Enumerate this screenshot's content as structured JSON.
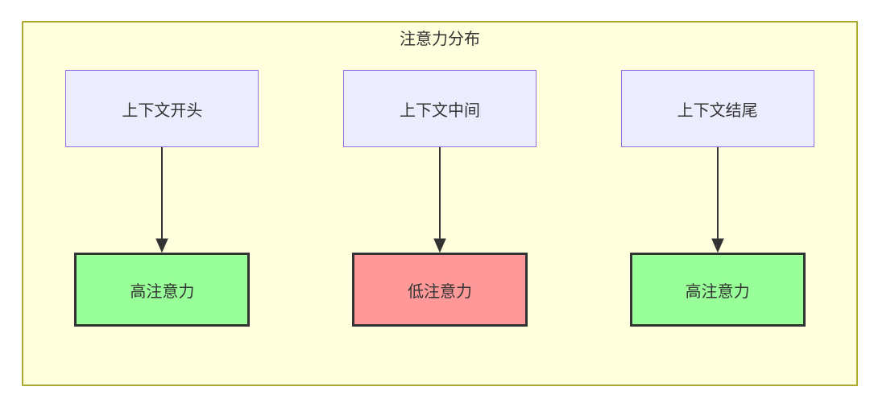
{
  "diagram": {
    "title": "注意力分布",
    "columns": [
      {
        "source": "上下文开头",
        "target": "高注意力",
        "level": "high"
      },
      {
        "source": "上下文中间",
        "target": "低注意力",
        "level": "low"
      },
      {
        "source": "上下文结尾",
        "target": "高注意力",
        "level": "high"
      }
    ],
    "icons": {
      "connector": "arrow-down"
    },
    "colors": {
      "container_fill": "#ffffde",
      "container_border": "#aaaa33",
      "source_fill": "#ececff",
      "source_border": "#9370db",
      "high_fill": "#99ff99",
      "low_fill": "#ff9999",
      "result_border": "#333333",
      "arrow": "#333333",
      "text": "#333333"
    }
  }
}
